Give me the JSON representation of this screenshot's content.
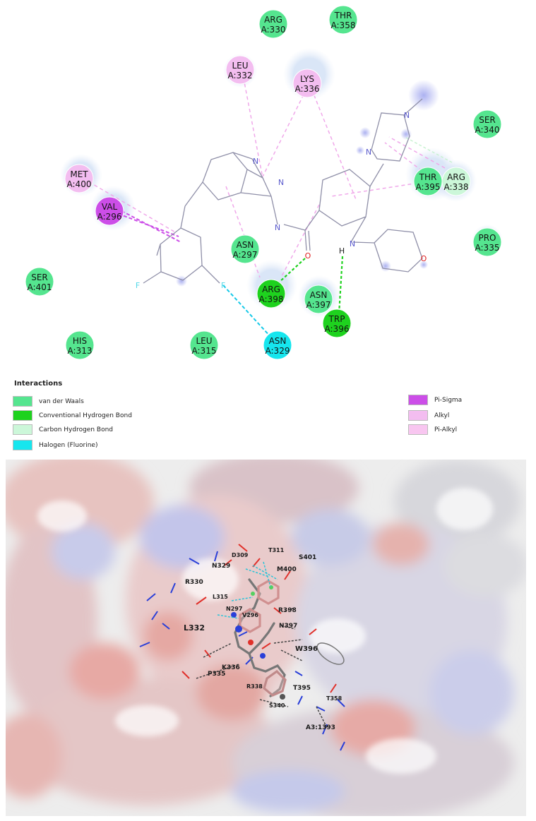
{
  "residues": [
    {
      "id": "ARG330",
      "name": "ARG",
      "num": "A:330",
      "type": "vdw"
    },
    {
      "id": "THR358",
      "name": "THR",
      "num": "A:358",
      "type": "vdw"
    },
    {
      "id": "LEU332",
      "name": "LEU",
      "num": "A:332",
      "type": "alkyl"
    },
    {
      "id": "LYS336",
      "name": "LYS",
      "num": "A:336",
      "type": "alkyl"
    },
    {
      "id": "SER340",
      "name": "SER",
      "num": "A:340",
      "type": "vdw"
    },
    {
      "id": "MET400",
      "name": "MET",
      "num": "A:400",
      "type": "alkyl"
    },
    {
      "id": "VAL296",
      "name": "VAL",
      "num": "A:296",
      "type": "pisigma"
    },
    {
      "id": "THR395",
      "name": "THR",
      "num": "A:395",
      "type": "vdw"
    },
    {
      "id": "ARG338",
      "name": "ARG",
      "num": "A:338",
      "type": "chb"
    },
    {
      "id": "PRO335",
      "name": "PRO",
      "num": "A:335",
      "type": "vdw"
    },
    {
      "id": "ASN297",
      "name": "ASN",
      "num": "A:297",
      "type": "vdw"
    },
    {
      "id": "SER401",
      "name": "SER",
      "num": "A:401",
      "type": "vdw"
    },
    {
      "id": "ARG398",
      "name": "ARG",
      "num": "A:398",
      "type": "hbond"
    },
    {
      "id": "ASN397",
      "name": "ASN",
      "num": "A:397",
      "type": "vdw"
    },
    {
      "id": "TRP396",
      "name": "TRP",
      "num": "A:396",
      "type": "hbond"
    },
    {
      "id": "HIS313",
      "name": "HIS",
      "num": "A:313",
      "type": "vdw"
    },
    {
      "id": "LEU315",
      "name": "LEU",
      "num": "A:315",
      "type": "vdw"
    },
    {
      "id": "ASN329",
      "name": "ASN",
      "num": "A:329",
      "type": "halogen"
    }
  ],
  "atoms": {
    "n1": "N",
    "n2": "N",
    "n_amide": "N",
    "o_carbonyl": "O",
    "n_pip": "N",
    "n_pip2": "N",
    "n_amine": "N",
    "h_amine": "H",
    "o_thp": "O",
    "f1": "F",
    "f2": "F"
  },
  "legend": {
    "title": "Interactions",
    "items": [
      {
        "label": "van der Waals",
        "color": "#55e58f"
      },
      {
        "label": "Conventional Hydrogen Bond",
        "color": "#1ed21e"
      },
      {
        "label": "Carbon Hydrogen Bond",
        "color": "#ccf7d9"
      },
      {
        "label": "Halogen (Fluorine)",
        "color": "#16e6ee"
      },
      {
        "label": "Pi-Sigma",
        "color": "#cc4ee8"
      },
      {
        "label": "Alkyl",
        "color": "#f3bdf0"
      },
      {
        "label": "Pi-Alkyl",
        "color": "#f8c6f0"
      }
    ]
  },
  "surface_labels": [
    "D309",
    "T311",
    "N329",
    "M400",
    "S401",
    "R330",
    "L315",
    "N297",
    "V296",
    "R398",
    "N397",
    "L332",
    "W396",
    "K336",
    "P335",
    "T395",
    "R338",
    "S340",
    "T358",
    "A3:1393"
  ],
  "colors": {
    "vdw": "#55e58f",
    "hbond": "#1ed21e",
    "chb": "#ccf7d9",
    "halogen": "#16e6ee",
    "pisigma": "#cc4ee8",
    "alkyl": "#f3bdf0"
  }
}
